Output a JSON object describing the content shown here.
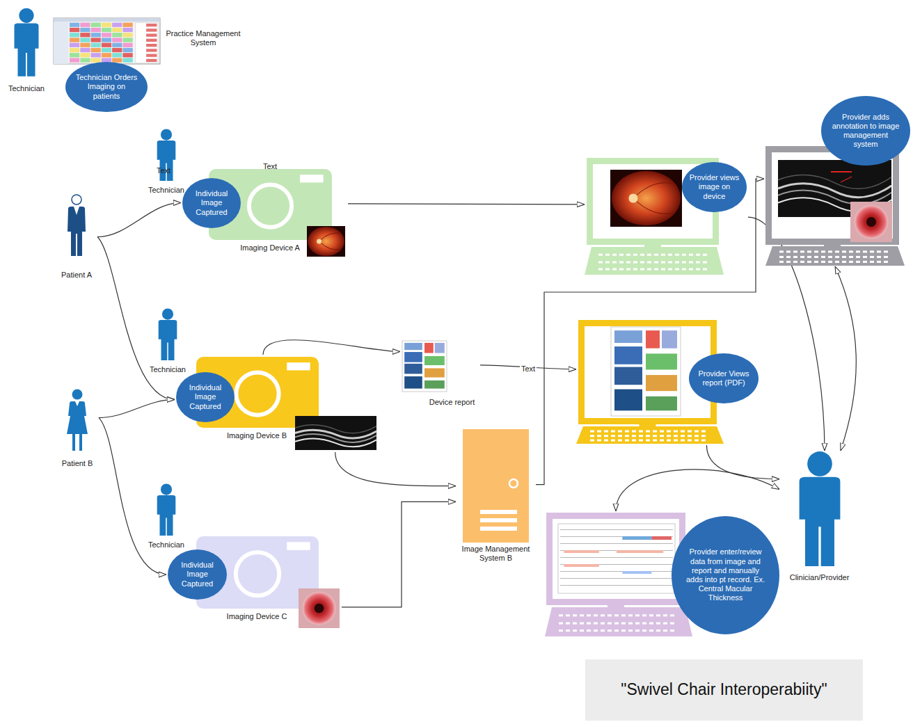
{
  "diagram": {
    "caption": "\"Swivel Chair Interoperabiity\"",
    "nodes": [
      {
        "text": [
          "Technician"
        ]
      },
      {
        "text": [
          "Practice Management System"
        ]
      },
      {
        "text": [
          "Technician Orders Imaging on patients"
        ]
      },
      {
        "text": [
          "Technician"
        ]
      },
      {
        "text": [
          "Individual Image Captured",
          "Imaging Device A"
        ]
      },
      {
        "text": [
          "Provider views image on device"
        ]
      },
      {
        "text": [
          "Provider adds annotation to image management system"
        ]
      },
      {
        "text": [
          "Patient A"
        ]
      },
      {
        "text": [
          "Technician"
        ]
      },
      {
        "text": [
          "Individual Image Captured",
          "Imaging Device B"
        ]
      },
      {
        "text": [
          "Device report"
        ]
      },
      {
        "text": [
          "Provider Views report (PDF)"
        ]
      },
      {
        "text": [
          "Patient B"
        ]
      },
      {
        "text": [
          "Image Management System B"
        ]
      },
      {
        "text": [
          "Clinician/Provider"
        ]
      },
      {
        "text": [
          "Technician"
        ]
      },
      {
        "text": [
          "Individual Image Captured",
          "Imaging Device C"
        ]
      },
      {
        "text": [
          "Provider enter/review data from image and report and manually adds into pt record. Ex. Central Macular Thickness"
        ]
      }
    ],
    "edges": [
      {
        "from": 7,
        "to": 4,
        "arrow": "to"
      },
      {
        "from": 7,
        "to": 9,
        "arrow": "to"
      },
      {
        "from": 12,
        "to": 9,
        "arrow": "to"
      },
      {
        "from": 12,
        "to": 16,
        "arrow": "to"
      },
      {
        "from": 4,
        "to": 5,
        "arrow": "to"
      },
      {
        "from": 9,
        "to": 10,
        "arrow": "to"
      },
      {
        "from": 10,
        "to": 11,
        "label": "Text",
        "arrow": "to"
      },
      {
        "from": 9,
        "to": 13,
        "arrow": "to"
      },
      {
        "from": 16,
        "to": 13,
        "arrow": "to"
      },
      {
        "from": 13,
        "to": 6,
        "arrow": "to"
      },
      {
        "from": 5,
        "to": 14,
        "arrow": "to"
      },
      {
        "from": 6,
        "to": 14,
        "arrow": "both"
      },
      {
        "from": 11,
        "to": 14,
        "arrow": "to"
      },
      {
        "from": 14,
        "to": 17,
        "arrow": "both"
      }
    ],
    "labels": [
      "Text",
      "Text"
    ]
  }
}
